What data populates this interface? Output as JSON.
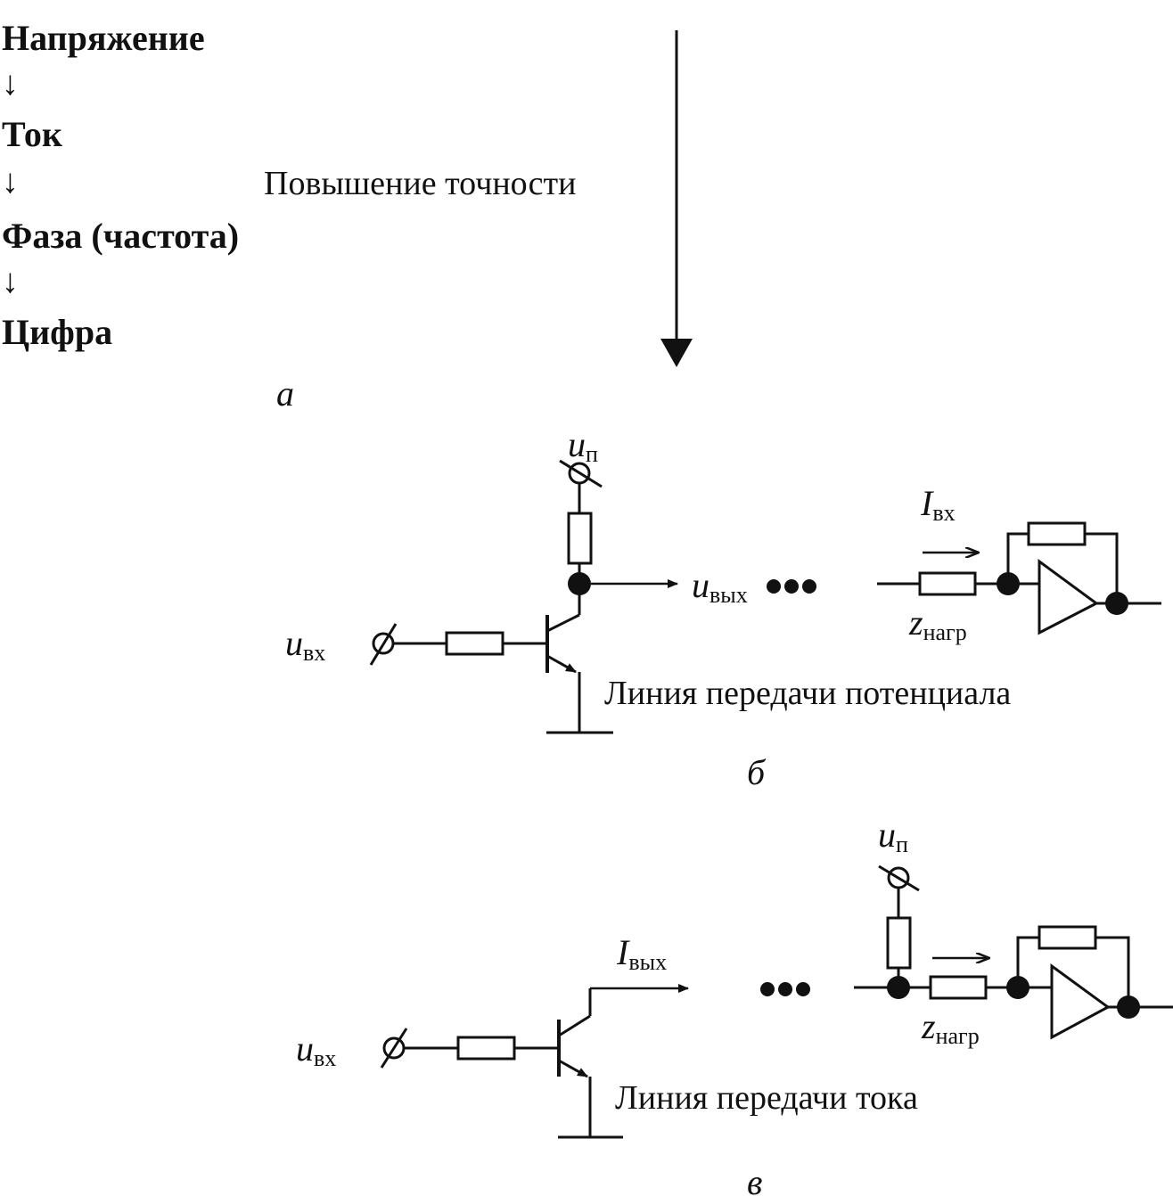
{
  "part_a": {
    "items": [
      "Напряжение",
      "Ток",
      "Фаза (частота)",
      "Цифра"
    ],
    "arrow": "↓",
    "trend_label": "Повышение  точности",
    "caption": "а"
  },
  "part_b": {
    "supply": {
      "main": "u",
      "sub": "п"
    },
    "input": {
      "main": "u",
      "sub": "вх"
    },
    "output": {
      "main": "u",
      "sub": "вых"
    },
    "load_current": {
      "main": "I",
      "sub": "вх"
    },
    "load": {
      "main": "z",
      "sub": "нагр"
    },
    "line_label": "Линия передачи потенциала",
    "caption": "б"
  },
  "part_c": {
    "supply": {
      "main": "u",
      "sub": "п"
    },
    "input": {
      "main": "u",
      "sub": "вх"
    },
    "output": {
      "main": "I",
      "sub": "вых"
    },
    "load": {
      "main": "z",
      "sub": "нагр"
    },
    "line_label": "Линия передачи тока",
    "caption": "в"
  }
}
